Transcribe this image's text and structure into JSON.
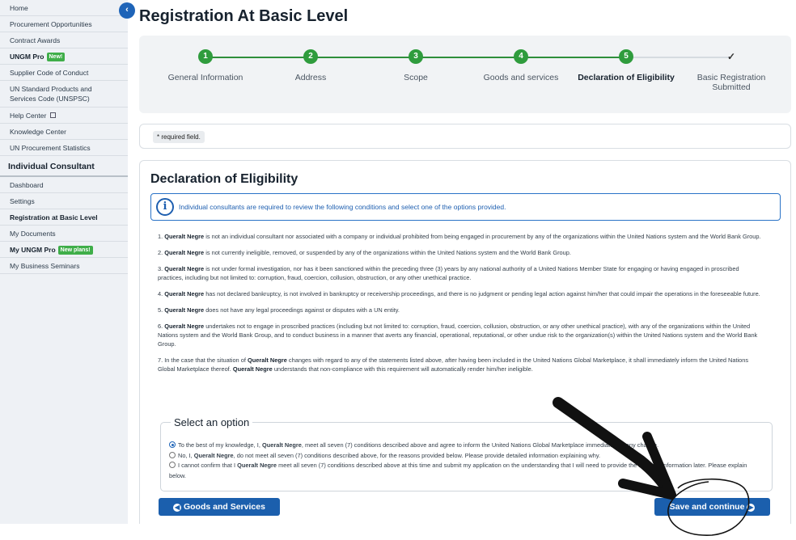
{
  "sidebar": {
    "items": [
      {
        "label": "Home"
      },
      {
        "label": "Procurement Opportunities"
      },
      {
        "label": "Contract Awards"
      },
      {
        "label": "UNGM Pro",
        "badge": "New!"
      },
      {
        "label": "Supplier Code of Conduct"
      },
      {
        "label": "UN Standard Products and Services Code (UNSPSC)"
      },
      {
        "label": "Help Center"
      },
      {
        "label": "Knowledge Center"
      },
      {
        "label": "UN Procurement Statistics"
      }
    ],
    "section_title": "Individual Consultant",
    "section_items": [
      {
        "label": "Dashboard"
      },
      {
        "label": "Settings"
      },
      {
        "label": "Registration at Basic Level"
      },
      {
        "label": "My Documents"
      },
      {
        "label": "My UNGM Pro",
        "badge": "New plans!"
      },
      {
        "label": "My Business Seminars"
      }
    ]
  },
  "page": {
    "title": "Registration At Basic Level"
  },
  "stepper": {
    "steps": [
      {
        "num": "1",
        "label": "General Information"
      },
      {
        "num": "2",
        "label": "Address"
      },
      {
        "num": "3",
        "label": "Scope"
      },
      {
        "num": "4",
        "label": "Goods and services"
      },
      {
        "num": "5",
        "label": "Declaration of Eligibility"
      },
      {
        "num": "✓",
        "label": "Basic Registration Submitted"
      }
    ]
  },
  "required_note": "* required field.",
  "declaration": {
    "title": "Declaration of Eligibility",
    "info": "Individual consultants are required to review the following conditions and select one of the options provided.",
    "name": "Queralt Negre",
    "conditions": [
      {
        "pre": "1.",
        "post": "is not an individual consultant nor associated with a company or individual prohibited from being engaged in procurement by any of the organizations within the United Nations system and the World Bank Group."
      },
      {
        "pre": "2.",
        "post": "is not currently ineligible, removed, or suspended by any of the organizations within the United Nations system and the World Bank Group."
      },
      {
        "pre": "3.",
        "post": "is not under formal investigation, nor has it been sanctioned within the preceding three (3) years by any national authority of a United Nations Member State for engaging or having engaged in proscribed practices, including but not limited to: corruption, fraud, coercion, collusion, obstruction, or any other unethical practice."
      },
      {
        "pre": "4.",
        "post": "has not declared bankruptcy, is not involved in bankruptcy or receivership proceedings, and there is no judgment or pending legal action against him/her that could impair the operations in the foreseeable future."
      },
      {
        "pre": "5.",
        "post": "does not have any legal proceedings against or disputes with a UN entity."
      },
      {
        "pre": "6.",
        "post": "undertakes not to engage in proscribed practices (including but not limited to: corruption, fraud, coercion, collusion, obstruction, or any other unethical practice), with any of the organizations within the United Nations system and the World Bank Group, and to conduct business in a manner that averts any financial, operational, reputational, or other undue risk to the organization(s) within the United Nations system and the World Bank Group."
      }
    ],
    "cond7": {
      "a": "7. In the case that the situation of",
      "b": "changes with regard to any of the statements listed above, after having been included in the United Nations Global Marketplace, it shall immediately inform the United Nations Global Marketplace thereof.",
      "c": "understands that non-compliance with this requirement will automatically render him/her ineligible."
    }
  },
  "options": {
    "legend": "Select an option",
    "items": [
      {
        "a": "To the best of my knowledge, I,",
        "b": ", meet all seven (7) conditions described above and agree to inform the United Nations Global Marketplace immediately of any change.",
        "selected": true
      },
      {
        "a": "No, I,",
        "b": ", do not meet all seven (7) conditions described above, for the reasons provided below. Please provide detailed information explaining why.",
        "selected": false
      },
      {
        "a": "I cannot confirm that I",
        "b": "meet all seven (7) conditions described above at this time and submit my application on the understanding that I will need to provide the required information later. Please explain below.",
        "selected": false
      }
    ]
  },
  "buttons": {
    "back": "Goods and Services",
    "next": "Save and continue"
  },
  "colors": {
    "primary": "#1b5fad",
    "step_done": "#2f9c3d",
    "sidebar_bg": "#eef1f5"
  }
}
